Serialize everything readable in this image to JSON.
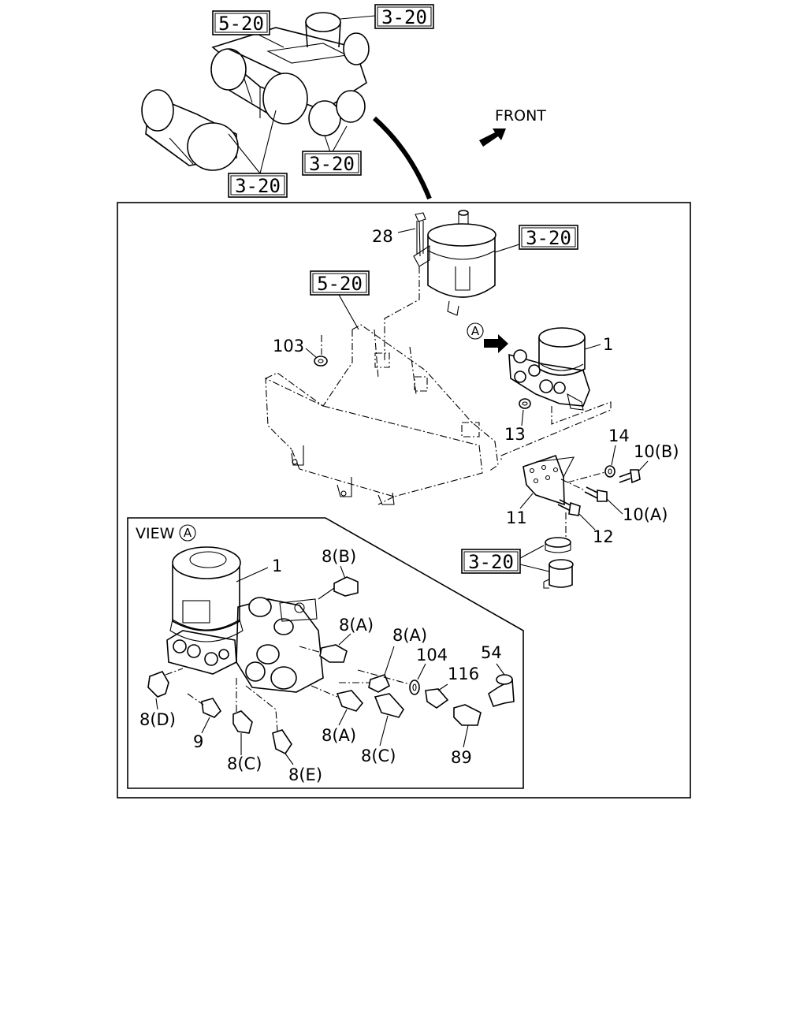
{
  "front_label": "FRONT",
  "view_title": "VIEW",
  "view_marker": "A",
  "refs": {
    "overview_5_20": "5-20",
    "overview_3_20_top": "3-20",
    "overview_3_20_mid": "3-20",
    "overview_3_20_bottom": "3-20",
    "detail_3_20_top": "3-20",
    "detail_5_20": "5-20",
    "detail_3_20_bottom": "3-20"
  },
  "labels": {
    "l28": "28",
    "l103": "103",
    "l1_top": "1",
    "l13": "13",
    "l14": "14",
    "l10b": "10(B)",
    "l11": "11",
    "l10a": "10(A)",
    "l12": "12",
    "l1_inset": "1",
    "l8b": "8(B)",
    "l8a_1": "8(A)",
    "l8a_2": "8(A)",
    "l104": "104",
    "l54": "54",
    "l116": "116",
    "l8d": "8(D)",
    "l9": "9",
    "l8a_3": "8(A)",
    "l8c_right": "8(C)",
    "l89": "89",
    "l8c_left": "8(C)",
    "l8e": "8(E)"
  }
}
